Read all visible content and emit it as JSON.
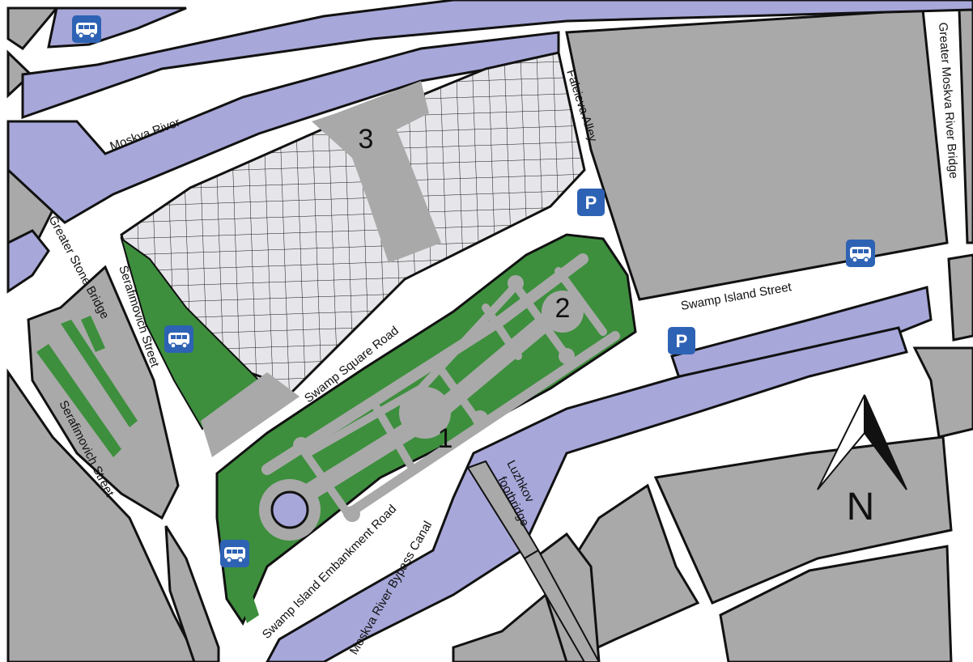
{
  "map": {
    "colors": {
      "road": "#ffffff",
      "block": "#a9a9a9",
      "water": "#a7a7da",
      "park": "#3d8f3d",
      "path": "#a9a9a9",
      "grid": "#e6e6ea",
      "outline": "#111111",
      "icon": "#2e62b4"
    },
    "streets": {
      "greater_stone_bridge": "Greater Stone Bridge",
      "serafimovich_street_1": "Serafimovich Street",
      "serafimovich_street_2": "Serafimovich Street",
      "swamp_square_road": "Swamp Square Road",
      "faleieva_alley": "Faleieva Alley",
      "swamp_island_street": "Swamp Island Street",
      "greater_moskva_river_bridge": "Greater Moskva River Bridge",
      "swamp_island_embankment_road": "Swamp Island Embankment Road",
      "luzhkov_footbridge_line1": "Luzhkov",
      "luzhkov_footbridge_line2": "footbridge"
    },
    "water": {
      "moskva_river": "Moskva River",
      "bypass_canal": "Moskva River Bypass  Canal"
    },
    "areas": [
      "1",
      "2",
      "3"
    ],
    "parking_letter": "P",
    "north_letter": "N",
    "icons": {
      "bus": "bus-stop-icon",
      "parking": "parking-icon",
      "north": "north-arrow-icon"
    }
  }
}
